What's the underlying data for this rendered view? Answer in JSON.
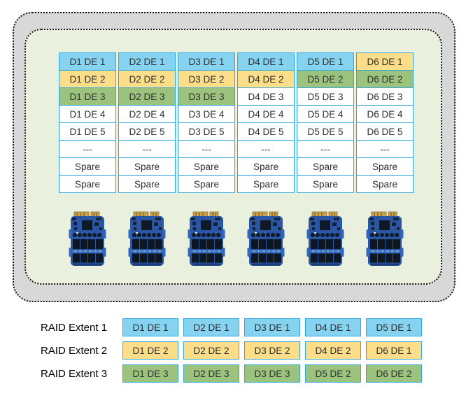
{
  "palette": {
    "blue": "#85d2f1",
    "yellow": "#fbdd8a",
    "green": "#9cc37e",
    "white": "#ffffff",
    "cell_border": "#2ea8df",
    "outer_bg": "#d8d8d8",
    "inner_bg": "#e9f1de"
  },
  "drive_grid": {
    "columns": [
      {
        "cells": [
          {
            "text": "D1 DE 1",
            "color": "blue"
          },
          {
            "text": "D1 DE 2",
            "color": "yellow"
          },
          {
            "text": "D1 DE 3",
            "color": "green"
          },
          {
            "text": "D1 DE 4",
            "color": "white"
          },
          {
            "text": "D1 DE 5",
            "color": "white"
          },
          {
            "text": "---",
            "color": "white"
          },
          {
            "text": "Spare",
            "color": "white"
          },
          {
            "text": "Spare",
            "color": "white"
          }
        ]
      },
      {
        "cells": [
          {
            "text": "D2 DE 1",
            "color": "blue"
          },
          {
            "text": "D2 DE 2",
            "color": "yellow"
          },
          {
            "text": "D2 DE 3",
            "color": "green"
          },
          {
            "text": "D2 DE 4",
            "color": "white"
          },
          {
            "text": "D2 DE 5",
            "color": "white"
          },
          {
            "text": "---",
            "color": "white"
          },
          {
            "text": "Spare",
            "color": "white"
          },
          {
            "text": "Spare",
            "color": "white"
          }
        ]
      },
      {
        "cells": [
          {
            "text": "D3 DE 1",
            "color": "blue"
          },
          {
            "text": "D3 DE 2",
            "color": "yellow"
          },
          {
            "text": "D3 DE 3",
            "color": "green"
          },
          {
            "text": "D3 DE 4",
            "color": "white"
          },
          {
            "text": "D3 DE 5",
            "color": "white"
          },
          {
            "text": "---",
            "color": "white"
          },
          {
            "text": "Spare",
            "color": "white"
          },
          {
            "text": "Spare",
            "color": "white"
          }
        ]
      },
      {
        "cells": [
          {
            "text": "D4 DE 1",
            "color": "blue"
          },
          {
            "text": "D4 DE 2",
            "color": "yellow"
          },
          {
            "text": "D4 DE 3",
            "color": "white"
          },
          {
            "text": "D4 DE 4",
            "color": "white"
          },
          {
            "text": "D4 DE 5",
            "color": "white"
          },
          {
            "text": "---",
            "color": "white"
          },
          {
            "text": "Spare",
            "color": "white"
          },
          {
            "text": "Spare",
            "color": "white"
          }
        ]
      },
      {
        "cells": [
          {
            "text": "D5 DE 1",
            "color": "blue"
          },
          {
            "text": "D5 DE 2",
            "color": "green"
          },
          {
            "text": "D5 DE 3",
            "color": "white"
          },
          {
            "text": "D5 DE 4",
            "color": "white"
          },
          {
            "text": "D5 DE 5",
            "color": "white"
          },
          {
            "text": "---",
            "color": "white"
          },
          {
            "text": "Spare",
            "color": "white"
          },
          {
            "text": "Spare",
            "color": "white"
          }
        ]
      },
      {
        "cells": [
          {
            "text": "D6 DE 1",
            "color": "yellow"
          },
          {
            "text": "D6 DE 2",
            "color": "green"
          },
          {
            "text": "D6 DE 3",
            "color": "white"
          },
          {
            "text": "D6 DE 4",
            "color": "white"
          },
          {
            "text": "D6 DE 5",
            "color": "white"
          },
          {
            "text": "---",
            "color": "white"
          },
          {
            "text": "Spare",
            "color": "white"
          },
          {
            "text": "Spare",
            "color": "white"
          }
        ]
      }
    ]
  },
  "disks": {
    "count": 6,
    "icon": "ssd-disk-icon"
  },
  "raid_extents": [
    {
      "label": "RAID Extent 1",
      "color": "blue",
      "cells": [
        "D1 DE 1",
        "D2 DE 1",
        "D3 DE 1",
        "D4 DE 1",
        "D5 DE 1"
      ]
    },
    {
      "label": "RAID Extent 2",
      "color": "yellow",
      "cells": [
        "D1 DE 2",
        "D2 DE 2",
        "D3 DE 2",
        "D4 DE 2",
        "D6 DE 1"
      ]
    },
    {
      "label": "RAID Extent 3",
      "color": "green",
      "cells": [
        "D1 DE 3",
        "D2 DE 3",
        "D3 DE 3",
        "D5 DE 2",
        "D6 DE 2"
      ]
    }
  ]
}
